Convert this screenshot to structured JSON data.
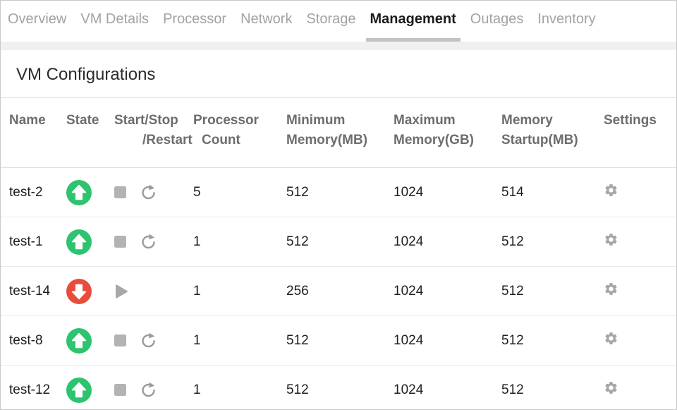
{
  "tabbar": {
    "tabs": [
      {
        "label": "Overview",
        "active": false
      },
      {
        "label": "VM Details",
        "active": false
      },
      {
        "label": "Processor",
        "active": false
      },
      {
        "label": "Network",
        "active": false
      },
      {
        "label": "Storage",
        "active": false
      },
      {
        "label": "Management",
        "active": true
      },
      {
        "label": "Outages",
        "active": false
      },
      {
        "label": "Inventory",
        "active": false
      }
    ]
  },
  "page": {
    "title": "VM Configurations"
  },
  "table": {
    "columns": [
      {
        "key": "name",
        "lines": [
          "Name"
        ]
      },
      {
        "key": "state",
        "lines": [
          "State"
        ]
      },
      {
        "key": "actions",
        "lines": [
          "Start/Stop",
          "/Restart"
        ]
      },
      {
        "key": "processor_count",
        "lines": [
          "Processor",
          "Count"
        ]
      },
      {
        "key": "min_memory_mb",
        "lines": [
          "Minimum",
          "Memory(MB)"
        ]
      },
      {
        "key": "max_memory_gb",
        "lines": [
          "Maximum",
          "Memory(GB)"
        ]
      },
      {
        "key": "memory_startup_mb",
        "lines": [
          "Memory",
          "Startup(MB)"
        ]
      },
      {
        "key": "settings",
        "lines": [
          "Settings"
        ]
      }
    ],
    "rows": [
      {
        "name": "test-2",
        "state": "up",
        "actions": [
          "stop",
          "restart"
        ],
        "processor_count": "5",
        "min_memory_mb": "512",
        "max_memory_gb": "1024",
        "memory_startup_mb": "514"
      },
      {
        "name": "test-1",
        "state": "up",
        "actions": [
          "stop",
          "restart"
        ],
        "processor_count": "1",
        "min_memory_mb": "512",
        "max_memory_gb": "1024",
        "memory_startup_mb": "512"
      },
      {
        "name": "test-14",
        "state": "down",
        "actions": [
          "start"
        ],
        "processor_count": "1",
        "min_memory_mb": "256",
        "max_memory_gb": "1024",
        "memory_startup_mb": "512"
      },
      {
        "name": "test-8",
        "state": "up",
        "actions": [
          "stop",
          "restart"
        ],
        "processor_count": "1",
        "min_memory_mb": "512",
        "max_memory_gb": "1024",
        "memory_startup_mb": "512"
      },
      {
        "name": "test-12",
        "state": "up",
        "actions": [
          "stop",
          "restart"
        ],
        "processor_count": "1",
        "min_memory_mb": "512",
        "max_memory_gb": "1024",
        "memory_startup_mb": "512"
      }
    ]
  },
  "icons": {
    "state_up": "up-arrow-circle-icon",
    "state_down": "down-arrow-circle-icon",
    "stop": "stop-icon",
    "restart": "restart-icon",
    "start": "play-icon",
    "settings": "gear-icon"
  },
  "colors": {
    "state_up": "#2dc36f",
    "state_down": "#e74c3c",
    "stop_icon": "#b3b3b3",
    "restart_icon": "#9b9b9b",
    "play_icon": "#a8a8a8",
    "gear_icon": "#a6a6a6",
    "tab_underline": "#c3c3c3"
  }
}
